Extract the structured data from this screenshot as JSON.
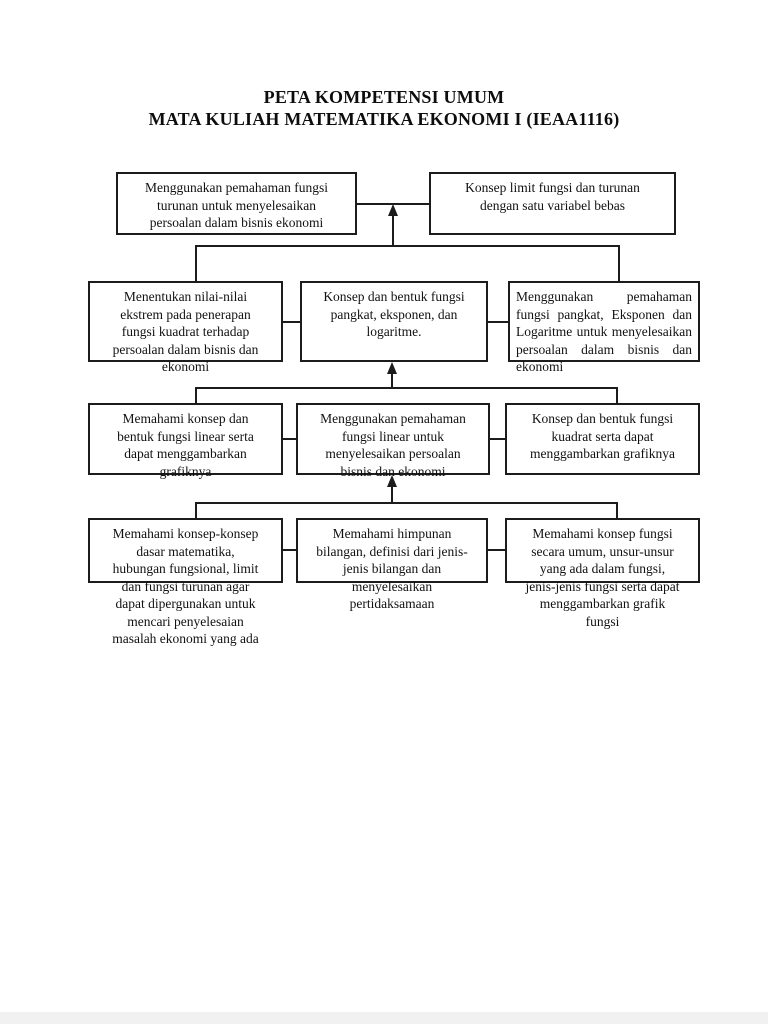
{
  "page_title": {
    "line1": "PETA KOMPETENSI UMUM",
    "line2": "MATA KULIAH MATEMATIKA EKONOMI I (IEAA1116)"
  },
  "colors": {
    "background": "#ffffff",
    "line": "#1c1c1c",
    "text": "#111111"
  },
  "diagram": {
    "type": "competency-map-flowchart",
    "boxes": {
      "row1_left": {
        "text": "Menggunakan pemahaman fungsi\nturunan untuk menyelesaikan\npersoalan dalam bisnis ekonomi"
      },
      "row1_right": {
        "text": "Konsep limit fungsi dan turunan\ndengan satu variabel bebas"
      },
      "row2_left": {
        "text": "Menentukan nilai-nilai\nekstrem pada penerapan\nfungsi kuadrat terhadap\npersoalan dalam bisnis dan\nekonomi"
      },
      "row2_mid": {
        "text": "Konsep dan bentuk fungsi\npangkat, eksponen, dan\nlogaritme."
      },
      "row2_right": {
        "text": "Menggunakan pemahaman fungsi pangkat, Eksponen dan Logaritme untuk menyelesaikan persoalan dalam bisnis dan ekonomi"
      },
      "row3_left": {
        "text": "Memahami konsep dan\nbentuk fungsi linear serta\ndapat menggambarkan\ngrafiknya"
      },
      "row3_mid": {
        "text": "Menggunakan pemahaman\nfungsi linear untuk\nmenyelesaikan persoalan\nbisnis dan ekonomi"
      },
      "row3_right": {
        "text": "Konsep dan bentuk fungsi\nkuadrat serta dapat\nmenggambarkan grafiknya"
      },
      "row4_left": {
        "text": "Memahami konsep-konsep\ndasar matematika,\nhubungan fungsional, limit\ndan fungsi turunan agar\ndapat dipergunakan untuk\nmencari penyelesaian\nmasalah ekonomi yang ada"
      },
      "row4_mid": {
        "text": "Memahami himpunan\nbilangan, definisi dari jenis-\njenis bilangan dan\nmenyelesaikan\npertidaksamaan"
      },
      "row4_right": {
        "text": "Memahami konsep fungsi\nsecara umum, unsur-unsur\nyang ada dalam fungsi,\njenis-jenis fungsi serta dapat\nmenggambarkan grafik\nfungsi"
      }
    }
  }
}
